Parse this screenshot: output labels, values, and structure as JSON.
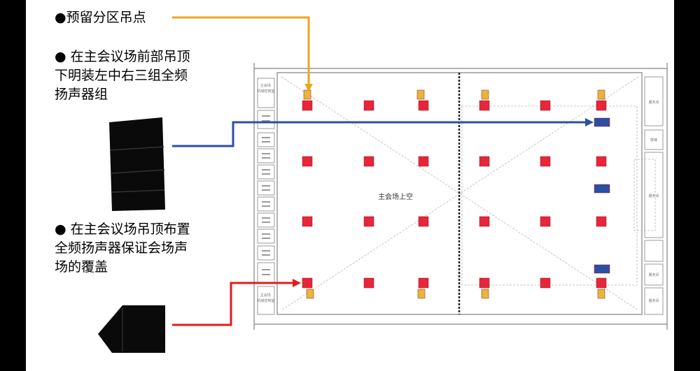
{
  "notes": {
    "reserved": "●预留分区吊点",
    "front_line_array": "● 在主会议场前部吊顶\n下明装左中右三组全频\n扬声器组",
    "ceiling_fullrange": "● 在主会议场吊顶布置\n全频扬声器保证会场声\n场的覆盖"
  },
  "plan": {
    "hall_label": "主会场上空",
    "left_room_top": "主会场\n机械控制室",
    "left_room_bottom": "主会场\n机械控制室",
    "right_labels": [
      "服务间",
      "楼梯",
      "服务间",
      "服务间",
      "服务间"
    ]
  },
  "colors": {
    "ceiling_speaker": "#e8253a",
    "reserved_point": "#e9b63a",
    "line_array": "#2d4fa3",
    "arrow_reserved": "#eea51b",
    "arrow_line_array": "#2e4ea8",
    "arrow_ceiling": "#e41b1b"
  }
}
